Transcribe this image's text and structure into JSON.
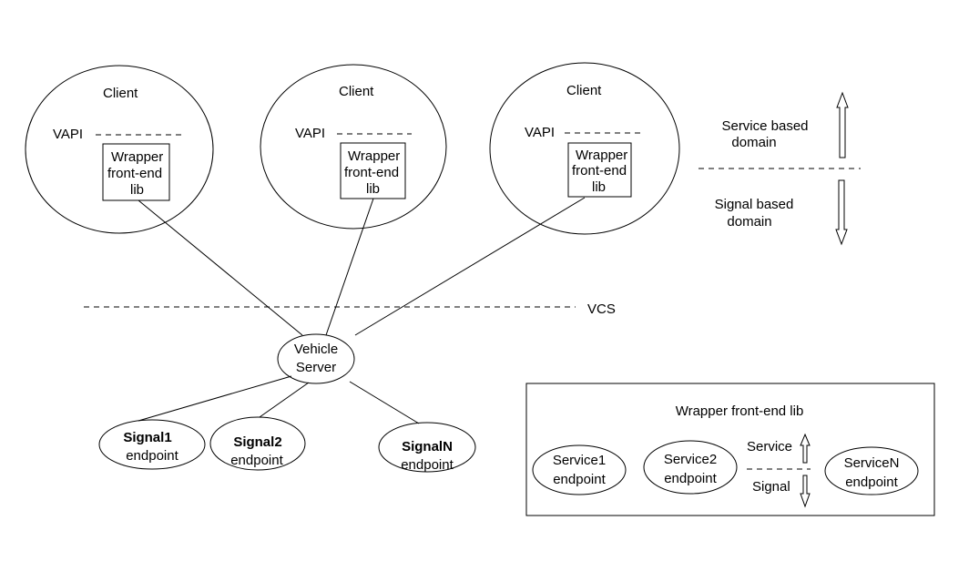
{
  "clients": [
    {
      "title": "Client",
      "vapi": "VAPI",
      "lib": [
        "Wrapper",
        "front-end",
        "lib"
      ]
    },
    {
      "title": "Client",
      "vapi": "VAPI",
      "lib": [
        "Wrapper",
        "front-end",
        "lib"
      ]
    },
    {
      "title": "Client",
      "vapi": "VAPI",
      "lib": [
        "Wrapper",
        "front-end",
        "lib"
      ]
    }
  ],
  "domains": {
    "service": [
      "Service based",
      "domain"
    ],
    "signal": [
      "Signal based",
      "domain"
    ]
  },
  "vcs": "VCS",
  "vehicle_server": [
    "Vehicle",
    "Server"
  ],
  "signals": [
    {
      "name": "Signal1",
      "sub": "endpoint"
    },
    {
      "name": "Signal2",
      "sub": "endpoint"
    },
    {
      "name": "SignalN",
      "sub": "endpoint"
    }
  ],
  "legend": {
    "title": "Wrapper front-end lib",
    "services": [
      {
        "name": "Service1",
        "sub": "endpoint"
      },
      {
        "name": "Service2",
        "sub": "endpoint"
      },
      {
        "name": "ServiceN",
        "sub": "endpoint"
      }
    ],
    "service_label": "Service",
    "signal_label": "Signal"
  }
}
